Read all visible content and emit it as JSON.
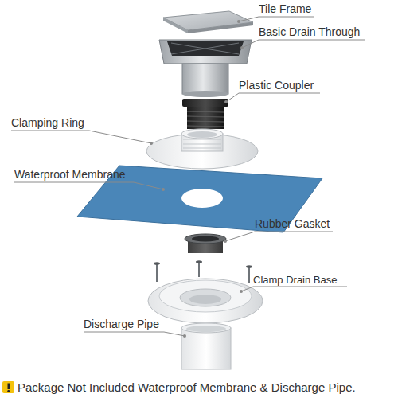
{
  "diagram": {
    "labels": [
      "Tile Frame",
      "Basic Drain Through",
      "Plastic Coupler",
      "Clamping Ring",
      "Waterproof Membrane",
      "Rubber Gasket",
      "Clamp Drain Base",
      "Discharge Pipe",
      "Package Not Included Waterproof Membrane & Discharge Pipe."
    ]
  }
}
